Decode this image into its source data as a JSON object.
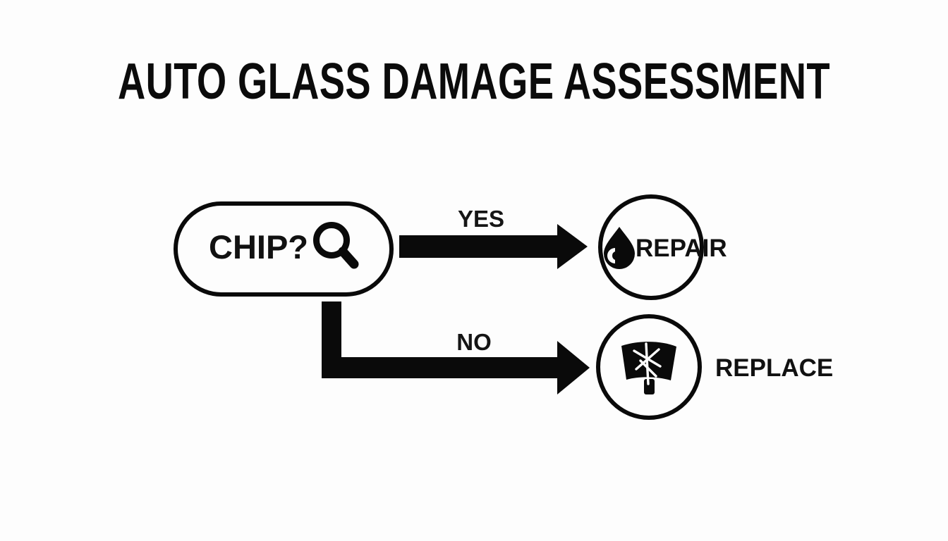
{
  "page": {
    "title": "AUTO GLASS DAMAGE ASSESSMENT",
    "background_color": "#fdfdfd",
    "ink_color": "#0a0a0a"
  },
  "diagram": {
    "type": "decision-flowchart",
    "decision": {
      "label": "CHIP?",
      "icon": "magnifying-glass-icon",
      "shape": "pill"
    },
    "edges": [
      {
        "label": "YES",
        "from": "CHIP?",
        "to": "REPAIR",
        "style": "straight-arrow"
      },
      {
        "label": "NO",
        "from": "CHIP?",
        "to": "REPLACE",
        "style": "elbow-arrow"
      }
    ],
    "outcomes": [
      {
        "label": "REPAIR",
        "icon": "water-droplet-icon",
        "shape": "circle",
        "label_position": "inside-overflow-right"
      },
      {
        "label": "REPLACE",
        "icon": "cracked-windshield-icon",
        "shape": "circle",
        "label_position": "outside-right"
      }
    ]
  }
}
